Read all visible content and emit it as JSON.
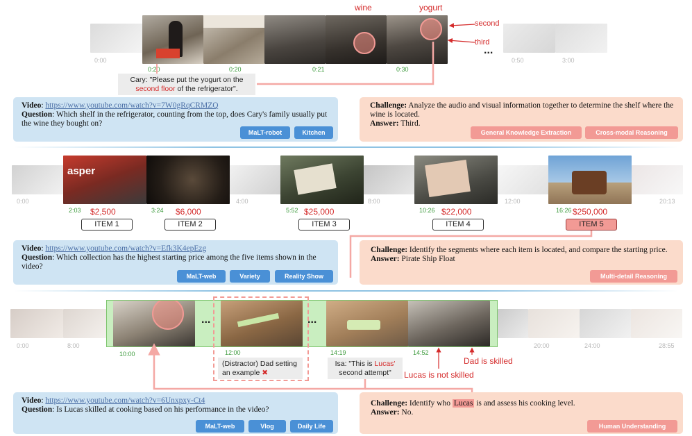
{
  "section1": {
    "timestamps": [
      "0:00",
      "0:20",
      "0:20",
      "0:21",
      "0:30",
      "0:50",
      "3:00"
    ],
    "labels": {
      "wine": "wine",
      "yogurt": "yogurt",
      "second": "second",
      "third": "third",
      "ellipsis": "..."
    },
    "quote": {
      "prefix": "Cary: \"Please put the yogurt on the",
      "highlight": "second floor",
      "suffix": "of the refrigerator\"."
    },
    "video_label": "Video",
    "video_url": "https://www.youtube.com/watch?v=7W0gRqCRMZQ",
    "question_label": "Question",
    "question": "Which shelf in the refrigerator, counting from the top, does Cary's family usually put the wine they bought on?",
    "tags": [
      "MaLT-robot",
      "Kitchen"
    ],
    "challenge_label": "Challenge:",
    "challenge": "Analyze the audio and visual information together to determine the shelf where the wine is located.",
    "answer_label": "Answer:",
    "answer": "Third.",
    "challenge_tags": [
      "General Knowledge Extraction",
      "Cross-modal Reasoning"
    ]
  },
  "section2": {
    "timestamps_gray": [
      "0:00",
      "4:00",
      "8:00",
      "12:00",
      "20:13"
    ],
    "timestamps_green": [
      "2:03",
      "3:24",
      "5:52",
      "10:26",
      "16:26"
    ],
    "prices": [
      "$2,500",
      "$6,000",
      "$25,000",
      "$22,000",
      "$250,000"
    ],
    "items": [
      "ITEM 1",
      "ITEM 2",
      "ITEM 3",
      "ITEM 4",
      "ITEM 5"
    ],
    "frame_text": "asper",
    "video_label": "Video",
    "video_url": "https://www.youtube.com/watch?v=Efk3K4epEzg",
    "question_label": "Question",
    "question": "Which collection has the highest starting price among the five items shown in the video?",
    "tags": [
      "MaLT-web",
      "Variety",
      "Reality Show"
    ],
    "challenge_label": "Challenge:",
    "challenge": "Identify the segments where each item is located, and compare the starting price.",
    "answer_label": "Answer:",
    "answer": "Pirate Ship Float",
    "challenge_tags": [
      "Multi-detail Reasoning"
    ]
  },
  "section3": {
    "timestamps_gray": [
      "0:00",
      "8:00",
      "20:00",
      "24:00",
      "28:55"
    ],
    "timestamps_green": [
      "10:00",
      "12:00",
      "14:19",
      "14:52"
    ],
    "ellipsis": "...",
    "distractor": {
      "line1": "(Distractor) Dad setting",
      "line2": "an example"
    },
    "isa_quote": {
      "prefix": "Isa: \"This is",
      "highlight": "Lucas'",
      "line2": "second attempt\""
    },
    "dad_skilled": "Dad is skilled",
    "lucas_not_skilled": "Lucas is not skilled",
    "video_label": "Video",
    "video_url": "https://www.youtube.com/watch?v=6Unxpxy-Ct4",
    "question_label": "Question",
    "question": "Is Lucas skilled at cooking based on his performance in the video?",
    "tags": [
      "MaLT-web",
      "Vlog",
      "Daily Life"
    ],
    "challenge_label": "Challenge:",
    "challenge_prefix": "Identify who",
    "challenge_highlight": "Lucas",
    "challenge_suffix": "is and assess his cooking level.",
    "answer_label": "Answer:",
    "answer": "No.",
    "challenge_tags": [
      "Human Understanding"
    ]
  },
  "colors": {
    "accent_red": "#d42a2a",
    "blue_box": "#cfe4f3",
    "peach_box": "#fbdbcb",
    "tag_blue": "#4a90d6",
    "tag_pink": "#f29a95",
    "green_highlight": "#3c9a3c"
  }
}
